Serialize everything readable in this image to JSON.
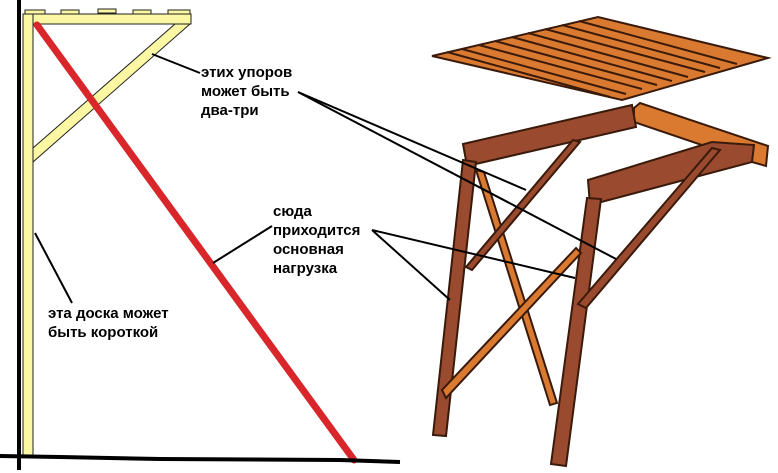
{
  "diagram": {
    "type": "bracket-construction-sketch",
    "colors": {
      "wall": "#000000",
      "board_fill": "#fbf7a2",
      "board_stroke": "#222222",
      "load_line": "#d9262a",
      "wood_dark": "#9a4a2e",
      "wood_light": "#d97a30",
      "ground": "#000000",
      "pointer": "#000000"
    },
    "labels": {
      "braces_note": {
        "lines": [
          "этих упоров",
          "может быть",
          "два-три"
        ]
      },
      "load_note": {
        "lines": [
          "сюда",
          "приходится",
          "основная",
          "нагрузка"
        ]
      },
      "short_board_note": {
        "lines": [
          "эта доска может",
          "быть короткой"
        ]
      }
    },
    "elements": [
      "wall",
      "vertical-board",
      "top-beam",
      "diagonal-brace",
      "load-diagonal-red",
      "ground-line",
      "table-top-3d",
      "table-frame-3d"
    ]
  }
}
